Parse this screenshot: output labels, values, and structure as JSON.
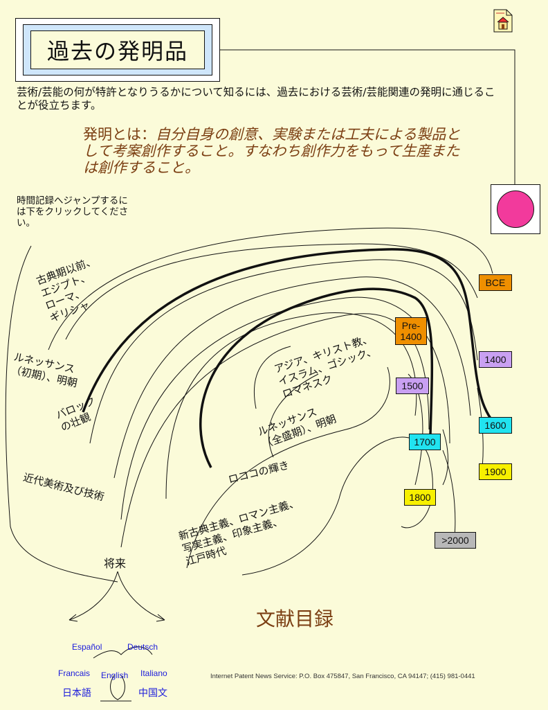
{
  "title": "過去の発明品",
  "intro": "芸術/芸能の何が特許となりうるかについて知るには、過去における芸術/芸能関連の発明に通じることが役立ちます。",
  "quote": {
    "lead": "発明とは：",
    "body": "自分自身の創意、実験または工夫による製品として考案創作すること。すなわち創作力をもって生産または創作すること。"
  },
  "jump_note": "時間記録へジャンプするには下をクリックしてください。",
  "eras": [
    "古典期以前、\nエジプト、\nローマ、\nギリシャ",
    "ルネッサンス\n（初期）、明朝",
    "バロック\nの壮観",
    "近代美術及び技術",
    "アジア、キリスト教、\nイスラム、ゴシック、\nロマネスク",
    "ルネッサンス\n（全盛期）、明朝",
    "ロココの輝き",
    "新古典主義、ロマン主義、\n写実主義、印象主義、\n江戸時代"
  ],
  "tags": [
    {
      "label": "BCE",
      "color": "#ef8f00"
    },
    {
      "label": "Pre-\n1400",
      "color": "#ef8f00"
    },
    {
      "label": "1400",
      "color": "#c9a0f2"
    },
    {
      "label": "1500",
      "color": "#c9a0f2"
    },
    {
      "label": "1600",
      "color": "#21e3f0"
    },
    {
      "label": "1700",
      "color": "#21e3f0"
    },
    {
      "label": "1800",
      "color": "#f7f000"
    },
    {
      "label": "1900",
      "color": "#f7f000"
    },
    {
      "label": ">2000",
      "color": "#b8b8b8"
    }
  ],
  "future": "将来",
  "bibliography": "文献目録",
  "languages": {
    "espanol": "Español",
    "deutsch": "Deutsch",
    "francais": "Francais",
    "english": "English",
    "italiano": "Italiano",
    "japanese": "日本語",
    "chinese": "中国文"
  },
  "footer": "Internet Patent News Service:  P.O. Box 475847, San Francisco, CA  94147;  (415) 981-0441",
  "icons": {
    "home": "home-document-icon",
    "circle": "pink-circle-icon"
  }
}
